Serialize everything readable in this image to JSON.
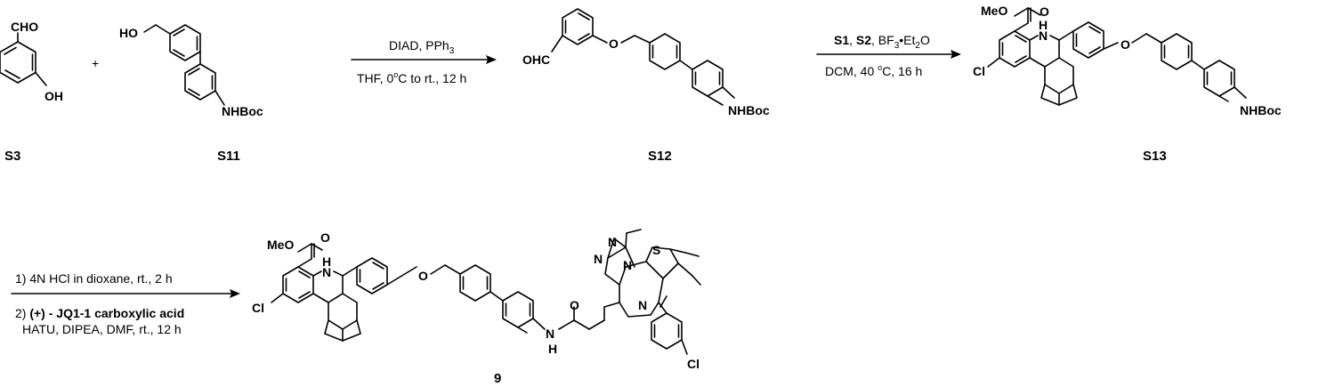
{
  "compounds": {
    "s3": {
      "label": "S3",
      "cho": "CHO",
      "oh": "OH"
    },
    "plus": "+",
    "s11": {
      "label": "S11",
      "ho": "HO",
      "nhboc": "NHBoc"
    },
    "s12": {
      "label": "S12",
      "ohc": "OHC",
      "o": "O",
      "nhboc": "NHBoc"
    },
    "s13": {
      "label": "S13",
      "meo": "MeO",
      "o_carbonyl": "O",
      "nh": "N",
      "h": "H",
      "cl": "Cl",
      "o_ether": "O",
      "nhboc": "NHBoc"
    },
    "p9": {
      "label": "9",
      "meo": "MeO",
      "o_carbonyl": "O",
      "nh": "N",
      "h": "H",
      "cl": "Cl",
      "o_ether": "O",
      "amide_n": "N",
      "amide_h": "H",
      "amide_o": "O",
      "n1": "N",
      "n2": "N",
      "n3": "N",
      "n4": "N",
      "s": "S",
      "cl2": "Cl"
    }
  },
  "step1": {
    "line1": "DIAD, PPh",
    "line1_sub": "3",
    "line2_pre": "THF, 0",
    "line2_deg": "o",
    "line2_post": "C to rt., 12 h"
  },
  "step2": {
    "s1": "S1",
    "sep": ", ",
    "s2": "S2",
    "reagent": ", BF",
    "reagent_sub": "3",
    "bullet": "•Et",
    "et_sub": "2",
    "o": "O",
    "line2_pre": "DCM, 40 ",
    "line2_deg": "o",
    "line2_post": "C, 16 h"
  },
  "step3": {
    "line1": "1) 4N HCl in dioxane, rt., 2 h",
    "line2_num": "2) ",
    "line2_bold": "(+) - JQ1-1 carboxylic acid",
    "line3": "HATU, DIPEA, DMF, rt., 12 h"
  }
}
